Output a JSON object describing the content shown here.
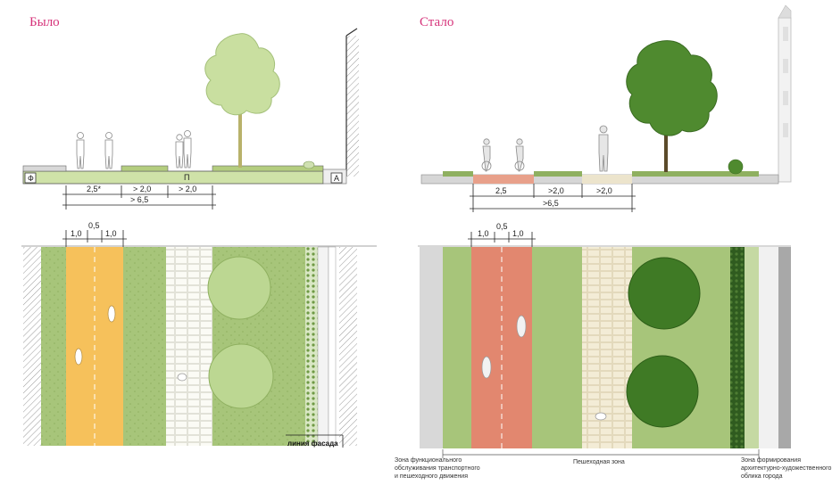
{
  "before": {
    "title": "Было",
    "label_f": "Ф",
    "label_a": "А",
    "label_p": "П",
    "dim_bike": "2,5*",
    "dim_green": "> 2,0",
    "dim_walk": "> 2,0",
    "dim_total": "> 6,5",
    "plan_dim_1": "1,0",
    "plan_dim_2": "0,5",
    "plan_dim_3": "1,0",
    "facade_label": "линия фасада"
  },
  "after": {
    "title": "Стало",
    "dim_bike": "2,5",
    "dim_green": ">2,0",
    "dim_walk": ">2,0",
    "dim_total": ">6,5",
    "plan_dim_1": "1,0",
    "plan_dim_2": "0,5",
    "plan_dim_3": "1,0",
    "zone_left": [
      "Зона функционального",
      "обслуживания транспортного",
      "и пешеходного движения"
    ],
    "zone_center": "Пешеходная зона",
    "zone_right": [
      "Зона формирования",
      "архитектурно-художественного",
      "облика города"
    ]
  }
}
